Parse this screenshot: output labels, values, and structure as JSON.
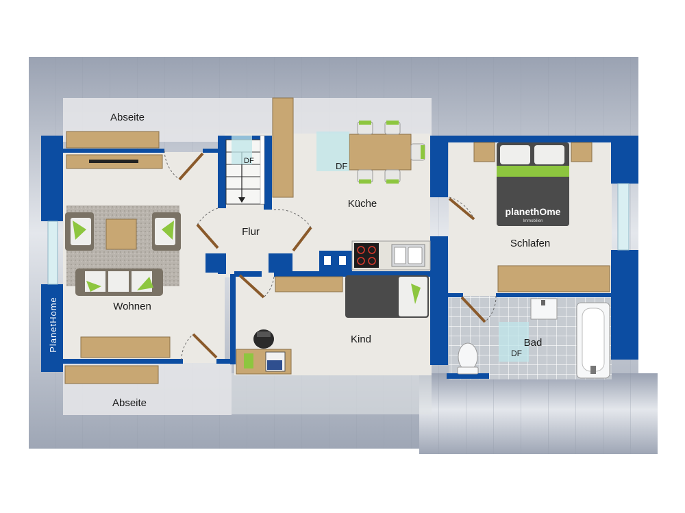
{
  "colors": {
    "wall": "#0c4da2",
    "floor": "#ebe9e4",
    "roof": "#a6adba",
    "wood": "#c8a773",
    "tile": "#c5cad0",
    "accent": "#8dc63f",
    "window": "#cfeef0"
  },
  "rooms": {
    "abseite_top": "Abseite",
    "abseite_bottom": "Abseite",
    "wohnen": "Wohnen",
    "flur": "Flur",
    "kueche": "Küche",
    "schlafen": "Schlafen",
    "kind": "Kind",
    "bad": "Bad"
  },
  "skylights": {
    "flur": "DF",
    "kueche": "DF",
    "bad": "DF"
  },
  "branding": {
    "side_text": "PlanetHome",
    "logo_main": "planethOme",
    "logo_sub": "Immobilien"
  }
}
